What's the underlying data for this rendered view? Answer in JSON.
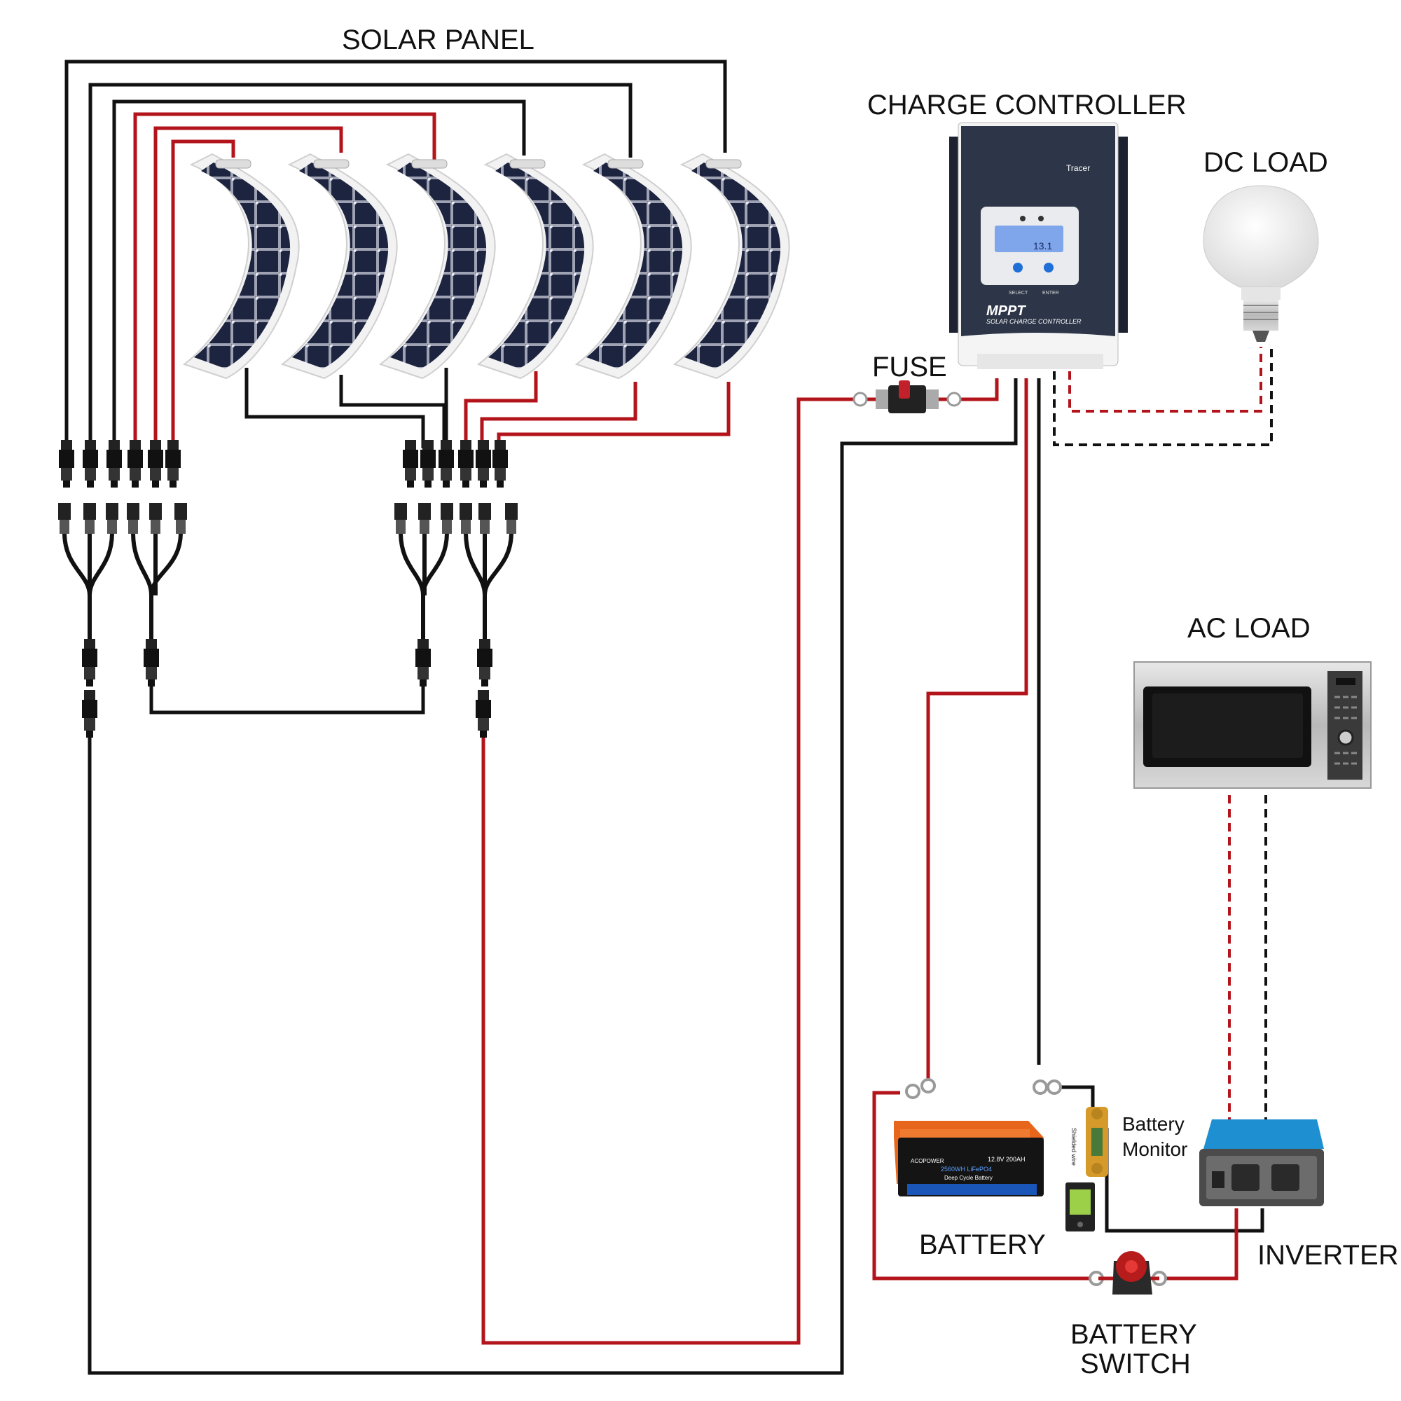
{
  "labels": {
    "solar_panel": "SOLAR PANEL",
    "charge_controller": "CHARGE CONTROLLER",
    "dc_load": "DC LOAD",
    "fuse": "FUSE",
    "ac_load": "AC LOAD",
    "battery_monitor_line1": "Battery",
    "battery_monitor_line2": "Monitor",
    "battery": "BATTERY",
    "inverter": "INVERTER",
    "battery_switch_line1": "BATTERY",
    "battery_switch_line2": "SWITCH"
  },
  "controller": {
    "brand": "Tracer",
    "mppt": "MPPT",
    "subtitle": "SOLAR CHARGE CONTROLLER",
    "display_value": "13.1",
    "btn_select": "SELECT",
    "btn_enter": "ENTER"
  },
  "battery_unit": {
    "brand": "ACOPOWER",
    "spec": "12.8V  200AH",
    "model": "2560WH LiFePO4",
    "type": "Deep Cycle Battery"
  },
  "monitor_unit": {
    "wire_label": "Shielded wire"
  },
  "panels": {
    "count": 6
  },
  "colors": {
    "positive_wire": "#b3141b",
    "negative_wire": "#111111",
    "panel_cell": "#1d2440",
    "controller_body": "#2d3648",
    "lcd": "#7fa6ea",
    "battery_orange": "#e8661c",
    "inverter_blue": "#1e8fd0"
  }
}
